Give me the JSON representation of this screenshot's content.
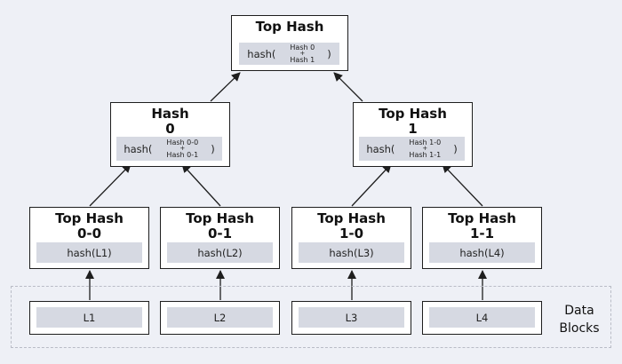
{
  "top": {
    "title": "Top Hash",
    "fn": "hash(",
    "arg1": "Hash 0",
    "plus": "+",
    "arg2": "Hash 1",
    "close": ")"
  },
  "level1": [
    {
      "title_line1": "Hash",
      "title_line2": "0",
      "fn": "hash(",
      "arg1": "Hash 0-0",
      "plus": "+",
      "arg2": "Hash 0-1",
      "close": ")"
    },
    {
      "title_line1": "Top Hash",
      "title_line2": "1",
      "fn": "hash(",
      "arg1": "Hash 1-0",
      "plus": "+",
      "arg2": "Hash 1-1",
      "close": ")"
    }
  ],
  "level2": [
    {
      "title_line1": "Top Hash",
      "title_line2": "0-0",
      "hash": "hash(L1)"
    },
    {
      "title_line1": "Top Hash",
      "title_line2": "0-1",
      "hash": "hash(L2)"
    },
    {
      "title_line1": "Top Hash",
      "title_line2": "1-0",
      "hash": "hash(L3)"
    },
    {
      "title_line1": "Top Hash",
      "title_line2": "1-1",
      "hash": "hash(L4)"
    }
  ],
  "data_blocks": {
    "label_line1": "Data",
    "label_line2": "Blocks",
    "items": [
      "L1",
      "L2",
      "L3",
      "L4"
    ]
  },
  "colors": {
    "background": "#eef0f6",
    "box_border": "#1e1e1e",
    "inner_fill": "#d6d9e2",
    "dashed_border": "#b9bcc6"
  }
}
